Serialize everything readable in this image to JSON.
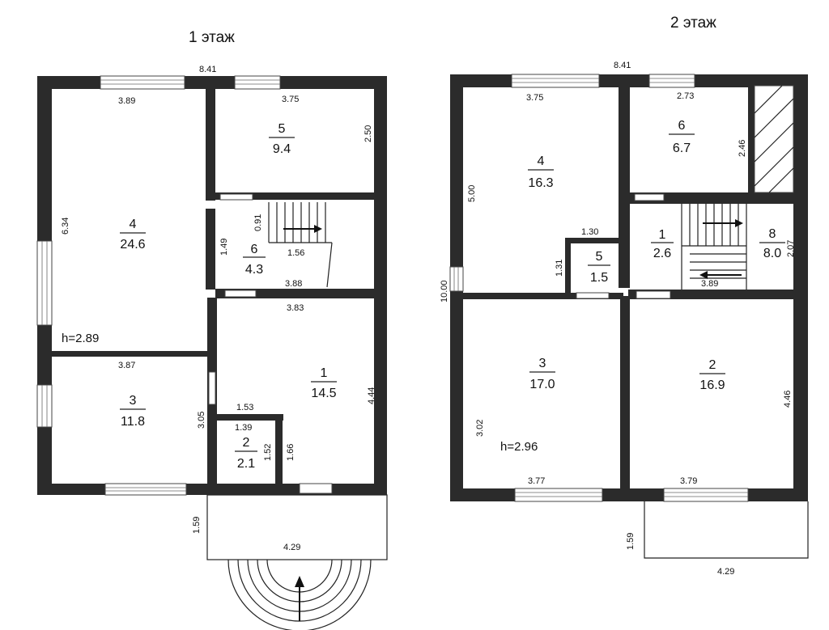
{
  "floors": [
    {
      "title": "1 этаж",
      "height": "h=2.89",
      "rooms": [
        {
          "num": "1",
          "area": "14.5"
        },
        {
          "num": "2",
          "area": "2.1"
        },
        {
          "num": "3",
          "area": "11.8"
        },
        {
          "num": "4",
          "area": "24.6"
        },
        {
          "num": "5",
          "area": "9.4"
        },
        {
          "num": "6",
          "area": "4.3"
        }
      ],
      "dims": [
        "8.41",
        "3.89",
        "3.75",
        "2.50",
        "6.34",
        "0.91",
        "1.49",
        "1.56",
        "3.88",
        "3.83",
        "3.87",
        "1.53",
        "1.39",
        "3.05",
        "1.52",
        "1.66",
        "4.44",
        "1.59",
        "4.29"
      ]
    },
    {
      "title": "2 этаж",
      "height": "h=2.96",
      "rooms": [
        {
          "num": "1",
          "area": "2.6"
        },
        {
          "num": "2",
          "area": "16.9"
        },
        {
          "num": "3",
          "area": "17.0"
        },
        {
          "num": "4",
          "area": "16.3"
        },
        {
          "num": "5",
          "area": "1.5"
        },
        {
          "num": "6",
          "area": "6.7"
        },
        {
          "num": "8",
          "area": "8.0"
        }
      ],
      "dims": [
        "8.41",
        "3.75",
        "2.73",
        "2.46",
        "5.00",
        "1.30",
        "1.31",
        "10.00",
        "2.07",
        "3.89",
        "3.02",
        "3.77",
        "3.79",
        "4.46",
        "1.59",
        "4.29"
      ]
    }
  ]
}
